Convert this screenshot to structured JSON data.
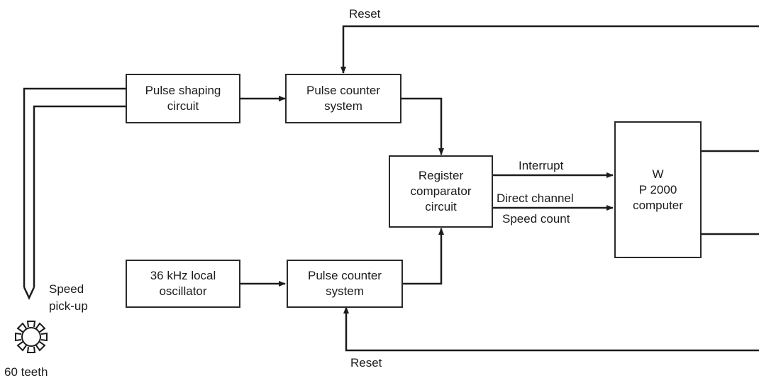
{
  "blocks": {
    "pulse_shaping": {
      "line1": "Pulse shaping",
      "line2": "circuit"
    },
    "pulse_counter_top": {
      "line1": "Pulse counter",
      "line2": "system"
    },
    "oscillator": {
      "line1": "36 kHz local",
      "line2": "oscillator"
    },
    "pulse_counter_bottom": {
      "line1": "Pulse counter",
      "line2": "system"
    },
    "register_comparator": {
      "line1": "Register",
      "line2": "comparator",
      "line3": "circuit"
    },
    "computer": {
      "line1": "W",
      "line2": "P 2000",
      "line3": "computer"
    }
  },
  "labels": {
    "reset_top": "Reset",
    "reset_bottom": "Reset",
    "interrupt": "Interrupt",
    "direct_channel": "Direct channel",
    "speed_count": "Speed count",
    "speed_pickup_line1": "Speed",
    "speed_pickup_line2": "pick-up",
    "teeth": "60 teeth"
  },
  "icons": [
    "gear-icon",
    "speed-probe-icon"
  ]
}
